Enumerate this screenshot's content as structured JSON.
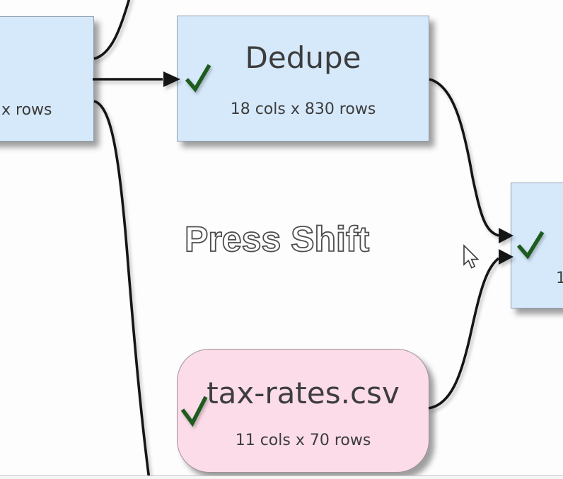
{
  "canvas": {
    "hint_text": "Press Shift",
    "background_color": "#fdfdfd"
  },
  "nodes": {
    "left_partial": {
      "subtitle_visible": "x rows",
      "fill": "#d6e9fb"
    },
    "dedupe": {
      "title": "Dedupe",
      "subtitle": "18 cols x 830 rows",
      "fill": "#d6e9fb",
      "status_icon": "green-checkmark"
    },
    "right_partial": {
      "subtitle_visible": "1",
      "fill": "#d6e9fb",
      "status_icon": "green-checkmark"
    },
    "tax_rates": {
      "title": "tax-rates.csv",
      "subtitle": "11 cols x 70 rows",
      "fill": "#fbdce8",
      "status_icon": "green-checkmark"
    }
  },
  "edges": [
    {
      "from": "left_partial",
      "to": "offscreen_top",
      "arrowhead_visible": false
    },
    {
      "from": "left_partial",
      "to": "dedupe",
      "arrowhead_visible": true
    },
    {
      "from": "left_partial",
      "to": "offscreen_bottom",
      "arrowhead_visible": false
    },
    {
      "from": "dedupe",
      "to": "right_partial",
      "arrowhead_visible": true
    },
    {
      "from": "tax_rates",
      "to": "right_partial",
      "arrowhead_visible": true
    }
  ],
  "colors": {
    "node_blue_fill": "#d6e9fb",
    "node_pink_fill": "#fbdce8",
    "node_border": "#8f9fae",
    "check_green": "#1d5c1e",
    "edge_black": "#151515",
    "text_dark": "#3d3d3d",
    "hint_outline": "#4d4d4d"
  },
  "cursor": {
    "shape": "arrow-pointer"
  }
}
